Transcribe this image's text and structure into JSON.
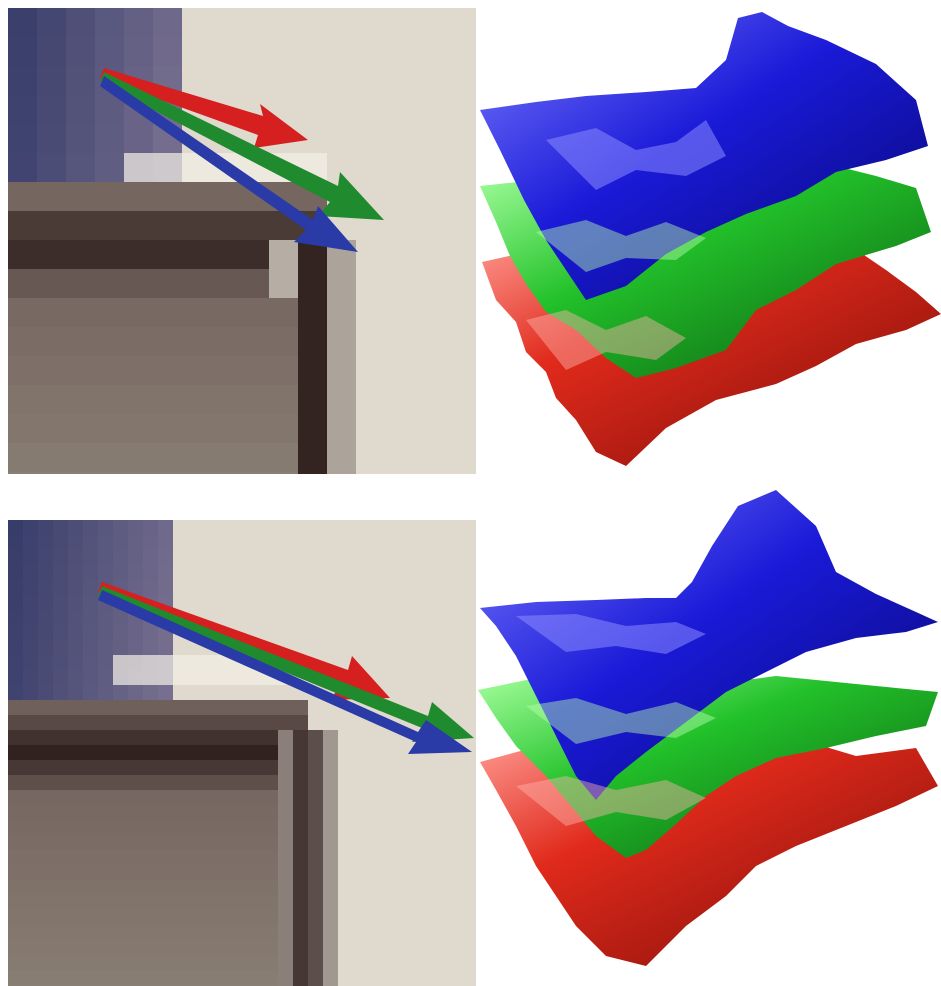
{
  "figure": {
    "rows": [
      {
        "pixel_patch": {
          "arrows": [
            "red",
            "green",
            "blue"
          ]
        },
        "surface_stack": {
          "layers": [
            "blue",
            "green",
            "red"
          ]
        }
      },
      {
        "pixel_patch": {
          "arrows": [
            "red",
            "green",
            "blue"
          ]
        },
        "surface_stack": {
          "layers": [
            "blue",
            "green",
            "red"
          ]
        }
      }
    ],
    "colors": {
      "red": "#d62020",
      "green": "#1f8a2e",
      "blue": "#2a3aa6",
      "surface_red": "#e02a1c",
      "surface_green": "#22c12a",
      "surface_blue": "#1a1ad8"
    }
  }
}
